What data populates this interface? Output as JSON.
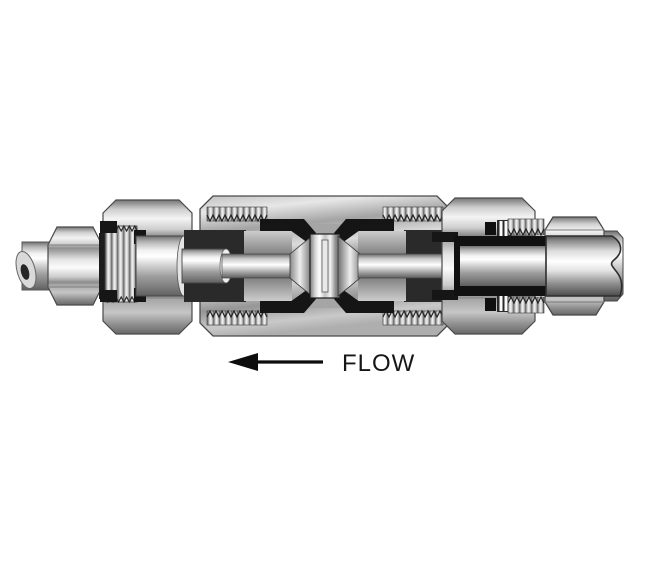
{
  "figure": {
    "type": "cutaway-diagram",
    "subject": "inline tube fitting cross-section",
    "flow": {
      "label": "FLOW",
      "direction": "left"
    },
    "colors": {
      "background": "#ffffff",
      "outline": "#3f3f3f",
      "cavity_black": "#151515",
      "metal_highlight": "#ffffff",
      "metal_light": "#e8e8e8",
      "metal_mid": "#a8a8a8",
      "metal_dark": "#5f5f5f"
    },
    "components": [
      "tube-stub-left",
      "tube-nut-small-left",
      "gland-threads-left",
      "union-nut-left",
      "gland-nose",
      "gland-cap",
      "stem-left",
      "center-body",
      "body-internal-threads",
      "inlet-cone",
      "poppet-element",
      "outlet-cone",
      "stem-right",
      "union-nut-right",
      "ferrules-right",
      "gland-threads-right",
      "tube-nut-right",
      "tube-right"
    ]
  }
}
